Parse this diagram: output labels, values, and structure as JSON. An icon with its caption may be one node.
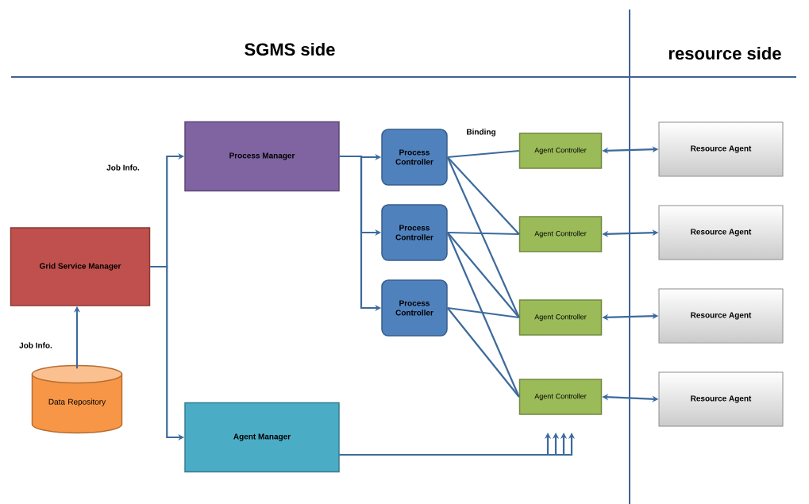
{
  "diagram": {
    "nodes": [
      {
        "text": [
          "Grid Service Manager"
        ]
      },
      {
        "text": [
          "Data Repository"
        ]
      },
      {
        "text": [
          "Process Manager"
        ]
      },
      {
        "text": [
          "Agent Manager"
        ]
      },
      {
        "text": [
          "Process Controller"
        ]
      },
      {
        "text": [
          "Process Controller"
        ]
      },
      {
        "text": [
          "Process Controller"
        ]
      },
      {
        "text": [
          "Agent Controller"
        ]
      },
      {
        "text": [
          "Agent Controller"
        ]
      },
      {
        "text": [
          "Agent Controller"
        ]
      },
      {
        "text": [
          "Agent Controller"
        ]
      },
      {
        "text": [
          "Resource Agent"
        ]
      },
      {
        "text": [
          "Resource Agent"
        ]
      },
      {
        "text": [
          "Resource Agent"
        ]
      },
      {
        "text": [
          "Resource Agent"
        ]
      }
    ],
    "edges": [
      {
        "from": 1,
        "to": 0,
        "arrow": "to",
        "label": "Job Info."
      },
      {
        "from": 0,
        "to": 2,
        "arrow": "to",
        "label": "Job Info."
      },
      {
        "from": 0,
        "to": 3,
        "arrow": "to"
      },
      {
        "from": 2,
        "to": 4,
        "arrow": "to"
      },
      {
        "from": 2,
        "to": 5,
        "arrow": "to"
      },
      {
        "from": 2,
        "to": 6,
        "arrow": "to"
      },
      {
        "from": 4,
        "to": 7,
        "arrow": "none",
        "label": "Binding"
      },
      {
        "from": 4,
        "to": 8,
        "arrow": "none"
      },
      {
        "from": 4,
        "to": 9,
        "arrow": "none"
      },
      {
        "from": 5,
        "to": 8,
        "arrow": "none"
      },
      {
        "from": 5,
        "to": 9,
        "arrow": "none"
      },
      {
        "from": 5,
        "to": 10,
        "arrow": "none"
      },
      {
        "from": 6,
        "to": 9,
        "arrow": "none"
      },
      {
        "from": 6,
        "to": 10,
        "arrow": "none"
      },
      {
        "from": 7,
        "to": 11,
        "arrow": "both"
      },
      {
        "from": 8,
        "to": 12,
        "arrow": "both"
      },
      {
        "from": 9,
        "to": 13,
        "arrow": "both"
      },
      {
        "from": 10,
        "to": 14,
        "arrow": "both"
      },
      {
        "from": 3,
        "to": null,
        "arrow": "to"
      },
      {
        "from": 3,
        "to": null,
        "arrow": "to"
      },
      {
        "from": 3,
        "to": null,
        "arrow": "to"
      },
      {
        "from": 3,
        "to": null,
        "arrow": "to"
      }
    ],
    "labels": [
      "SGMS side",
      "resource side"
    ]
  }
}
